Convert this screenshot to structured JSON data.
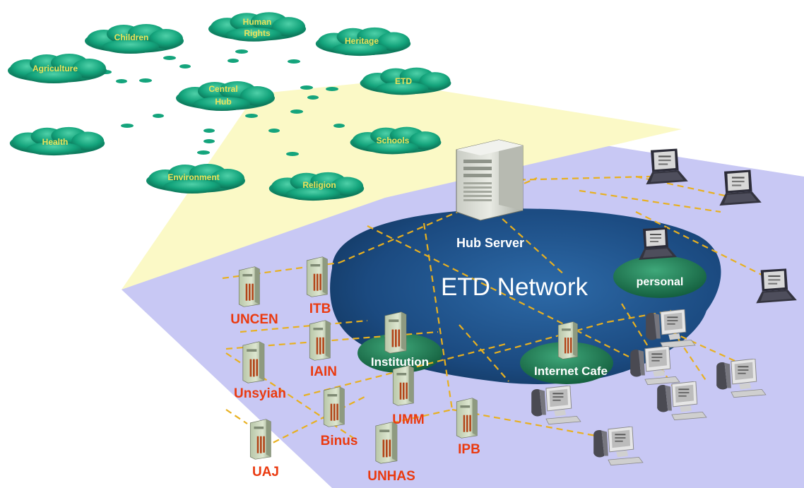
{
  "network": {
    "title": "ETD Network",
    "hub_server_label": "Hub Server",
    "personal_label": "personal",
    "institution_label": "Institution",
    "internet_cafe_label": "Internet Cafe"
  },
  "clouds": {
    "children": "Children",
    "human_rights_line1": "Human",
    "human_rights_line2": "Rights",
    "heritage": "Heritage",
    "agriculture": "Agriculture",
    "central_hub_line1": "Central",
    "central_hub_line2": "Hub",
    "etd": "ETD",
    "health": "Health",
    "schools": "Schools",
    "environment": "Environment",
    "religion": "Religion"
  },
  "institutions": {
    "uncen": "UNCEN",
    "itb": "ITB",
    "iain": "IAIN",
    "unsyiah": "Unsyiah",
    "binus": "Binus",
    "umm": "UMM",
    "ipb": "IPB",
    "uaj": "UAJ",
    "unhas": "UNHAS"
  },
  "colors": {
    "plane": "#c8c8f4",
    "beam": "#fbf9c6",
    "network_blob": "#1b4a80",
    "cloud_green": "#17a07a",
    "label_yellow": "#ece25a",
    "institution_red": "#ea3a10",
    "link_dash": "#e8b020"
  },
  "icons": {
    "server": "server-tower-icon",
    "laptop": "laptop-icon",
    "desktop": "desktop-computer-icon"
  }
}
